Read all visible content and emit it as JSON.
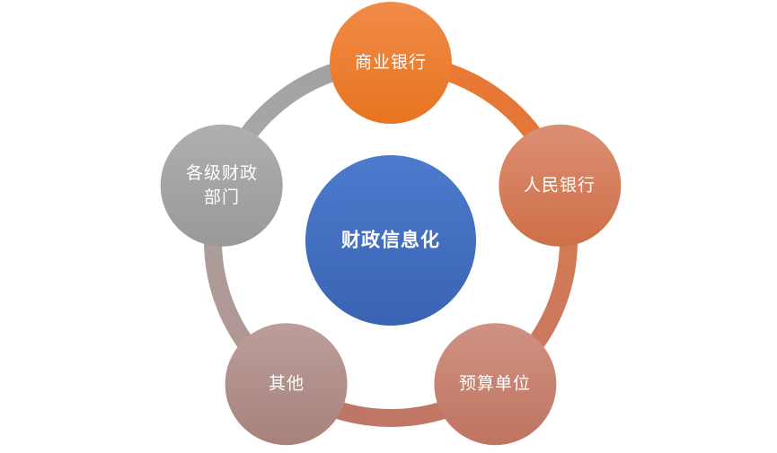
{
  "diagram": {
    "type": "cycle",
    "center": {
      "label": "财政信息化",
      "color": "#4472C4"
    },
    "nodes": [
      {
        "id": "commercial-bank",
        "label": "商业银行",
        "position": "top",
        "color": "#ED7D31"
      },
      {
        "id": "peoples-bank",
        "label": "人民银行",
        "position": "right",
        "color": "#D3764F"
      },
      {
        "id": "budget-unit",
        "label": "预算单位",
        "position": "bottom-right",
        "color": "#C67E6C"
      },
      {
        "id": "other",
        "label": "其他",
        "position": "bottom-left",
        "color": "#B28D88"
      },
      {
        "id": "finance-departments",
        "label": "各级财政部门",
        "position": "left",
        "color": "#A6A6A6"
      }
    ],
    "ring_color_note": "ring arcs blend between adjacent node colors",
    "text_color": "#FFFFFF"
  }
}
